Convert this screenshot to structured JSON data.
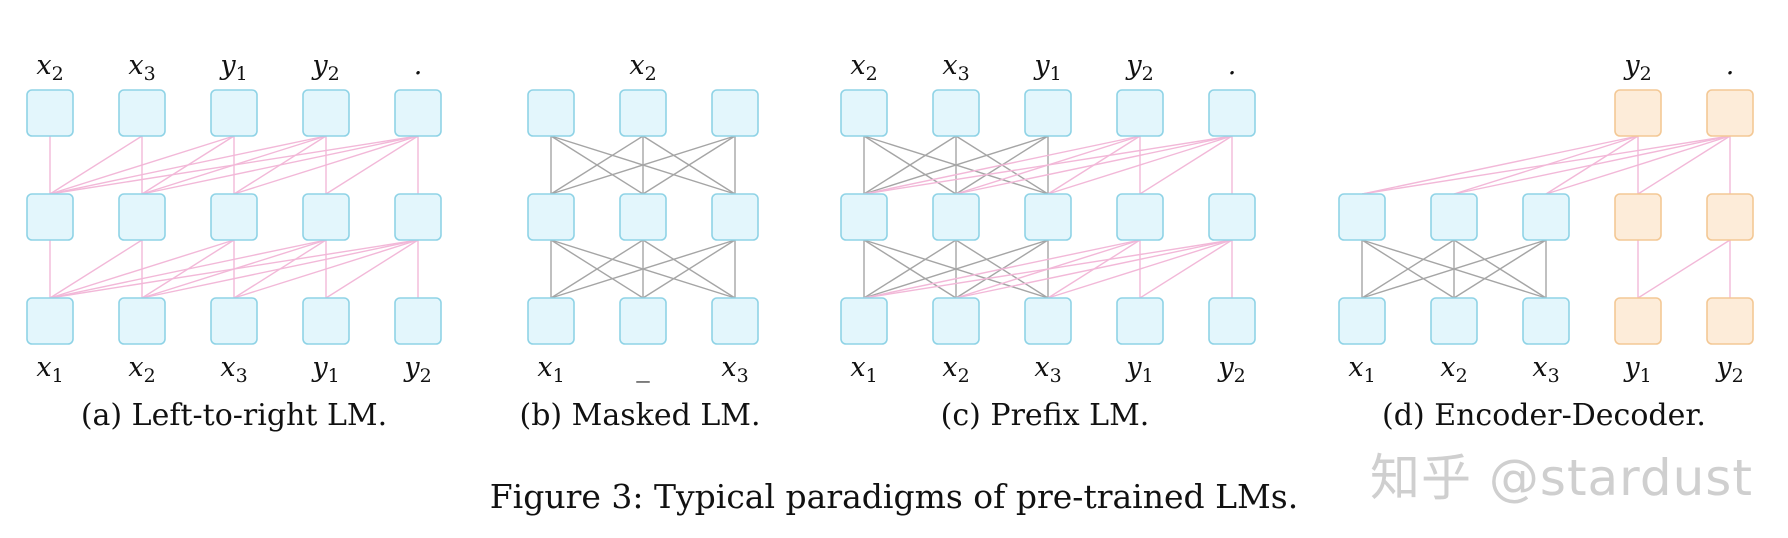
{
  "colors": {
    "encoder_fill": "#e3f6fc",
    "encoder_stroke": "#8fd3e6",
    "decoder_fill": "#fdecd9",
    "decoder_stroke": "#f3c895",
    "causal_edge": "#f2b8d8",
    "bidirectional_edge": "#a5a5a5",
    "background": "#ffffff"
  },
  "panels": [
    {
      "caption": "(a) Left-to-right LM.",
      "top_labels": [
        {
          "base": "x",
          "sub": "2"
        },
        {
          "base": "x",
          "sub": "3"
        },
        {
          "base": "y",
          "sub": "1"
        },
        {
          "base": "y",
          "sub": "2"
        },
        {
          "base": ".",
          "sub": ""
        }
      ],
      "bottom_labels": [
        {
          "base": "x",
          "sub": "1"
        },
        {
          "base": "x",
          "sub": "2"
        },
        {
          "base": "x",
          "sub": "3"
        },
        {
          "base": "y",
          "sub": "1"
        },
        {
          "base": "y",
          "sub": "2"
        }
      ],
      "node_kinds": [
        "enc",
        "enc",
        "enc",
        "enc",
        "enc"
      ],
      "attention": "causal"
    },
    {
      "caption": "(b) Masked LM.",
      "top_labels": [
        {
          "base": "",
          "sub": ""
        },
        {
          "base": "x",
          "sub": "2"
        },
        {
          "base": "",
          "sub": ""
        }
      ],
      "bottom_labels": [
        {
          "base": "x",
          "sub": "1"
        },
        {
          "base": "_",
          "sub": ""
        },
        {
          "base": "x",
          "sub": "3"
        }
      ],
      "node_kinds": [
        "enc",
        "enc",
        "enc"
      ],
      "attention": "bidirectional"
    },
    {
      "caption": "(c) Prefix LM.",
      "top_labels": [
        {
          "base": "x",
          "sub": "2"
        },
        {
          "base": "x",
          "sub": "3"
        },
        {
          "base": "y",
          "sub": "1"
        },
        {
          "base": "y",
          "sub": "2"
        },
        {
          "base": ".",
          "sub": ""
        }
      ],
      "bottom_labels": [
        {
          "base": "x",
          "sub": "1"
        },
        {
          "base": "x",
          "sub": "2"
        },
        {
          "base": "x",
          "sub": "3"
        },
        {
          "base": "y",
          "sub": "1"
        },
        {
          "base": "y",
          "sub": "2"
        }
      ],
      "node_kinds": [
        "enc",
        "enc",
        "enc",
        "enc",
        "enc"
      ],
      "attention": "prefix",
      "prefix_length": 3
    },
    {
      "caption": "(d) Encoder-Decoder.",
      "top_labels": [
        {
          "base": "",
          "sub": ""
        },
        {
          "base": "",
          "sub": ""
        },
        {
          "base": "",
          "sub": ""
        },
        {
          "base": "y",
          "sub": "2"
        },
        {
          "base": ".",
          "sub": ""
        }
      ],
      "bottom_labels": [
        {
          "base": "x",
          "sub": "1"
        },
        {
          "base": "x",
          "sub": "2"
        },
        {
          "base": "x",
          "sub": "3"
        },
        {
          "base": "y",
          "sub": "1"
        },
        {
          "base": "y",
          "sub": "2"
        }
      ],
      "node_kinds": [
        "enc",
        "enc",
        "enc",
        "dec",
        "dec"
      ],
      "attention": "encoder-decoder",
      "encoder_length": 3
    }
  ],
  "figure_caption": "Figure 3: Typical paradigms of pre-trained LMs.",
  "watermark": "知乎 @stardust"
}
